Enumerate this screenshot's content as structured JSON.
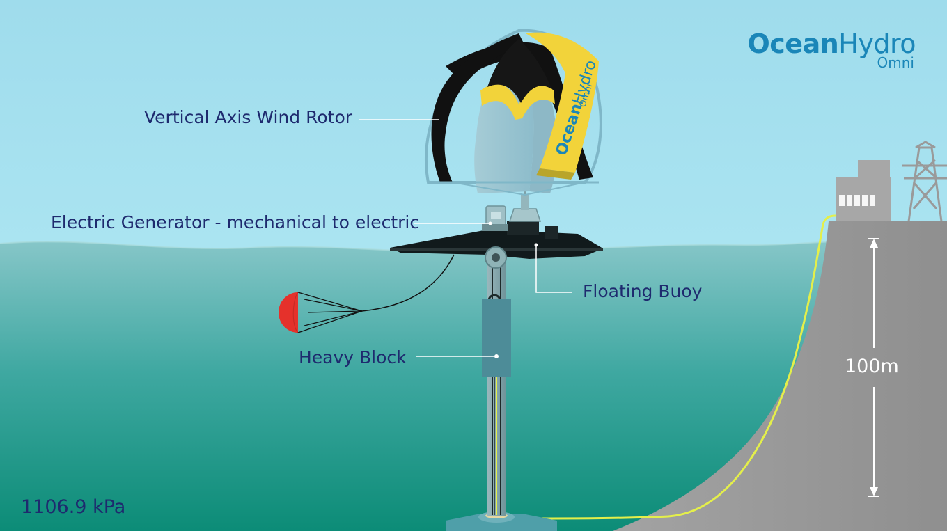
{
  "logo": {
    "brand_bold": "Ocean",
    "brand_light": "Hydro",
    "sub": "Omni"
  },
  "rotor_logo": {
    "bold": "Ocean",
    "light": "Hydro",
    "sub": "Omni"
  },
  "labels": {
    "rotor": "Vertical Axis Wind Rotor",
    "generator": "Electric Generator - mechanical to electric",
    "buoy": "Floating Buoy",
    "block": "Heavy Block"
  },
  "depth_label": "100m",
  "pressure_readout": "1106.9 kPa",
  "colors": {
    "sky_top": "#9fdcec",
    "sky_bottom": "#b5ecf7",
    "sea_top": "#86c6c8",
    "sea_bottom": "#0f8f7a",
    "land": "#9a9a9a",
    "cable": "#e4ef4a",
    "label": "#1e2a6e",
    "brand": "#1a86b8",
    "anchor_red": "#e5312b",
    "sail_yellow": "#f2d33a"
  }
}
